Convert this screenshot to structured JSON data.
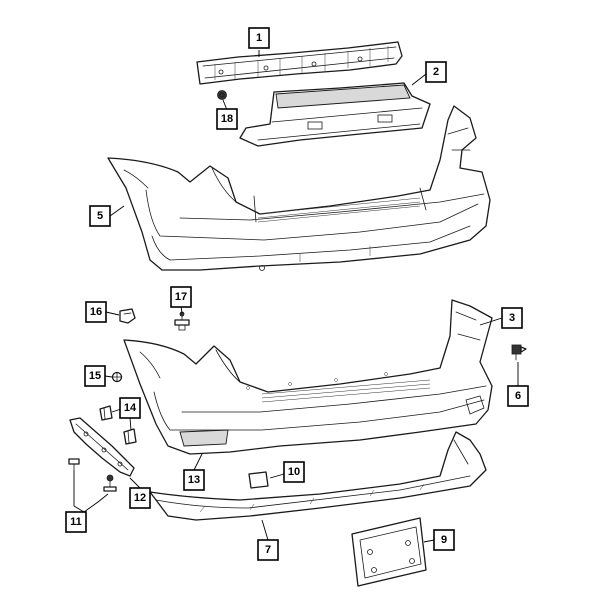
{
  "callouts": {
    "c1": "1",
    "c2": "2",
    "c3": "3",
    "c5": "5",
    "c6": "6",
    "c7": "7",
    "c9": "9",
    "c10": "10",
    "c11": "11",
    "c12": "12",
    "c13": "13",
    "c14": "14",
    "c15": "15",
    "c16": "16",
    "c17": "17",
    "c18": "18"
  }
}
